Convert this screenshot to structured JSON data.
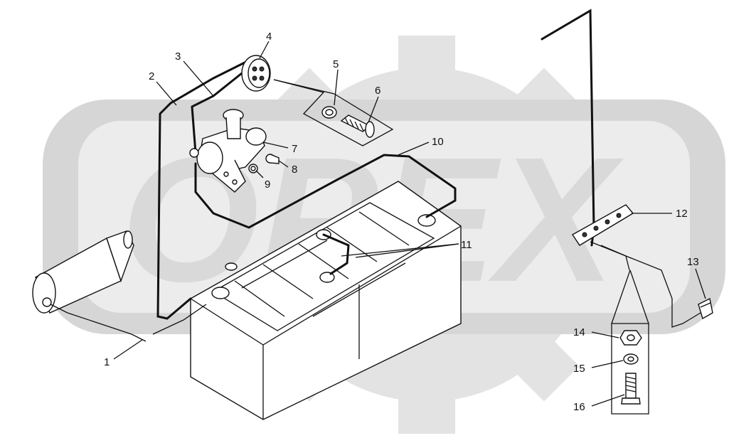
{
  "watermark": {
    "text": "OPEX",
    "color": "#d9d9d9"
  },
  "line_color": "#111111",
  "callouts": [
    {
      "id": "1",
      "label": "1"
    },
    {
      "id": "2",
      "label": "2"
    },
    {
      "id": "3",
      "label": "3"
    },
    {
      "id": "4",
      "label": "4"
    },
    {
      "id": "5",
      "label": "5"
    },
    {
      "id": "6",
      "label": "6"
    },
    {
      "id": "7",
      "label": "7"
    },
    {
      "id": "8",
      "label": "8"
    },
    {
      "id": "9",
      "label": "9"
    },
    {
      "id": "10",
      "label": "10"
    },
    {
      "id": "11",
      "label": "11"
    },
    {
      "id": "12",
      "label": "12"
    },
    {
      "id": "13",
      "label": "13"
    },
    {
      "id": "14",
      "label": "14"
    },
    {
      "id": "15",
      "label": "15"
    },
    {
      "id": "16",
      "label": "16"
    }
  ]
}
